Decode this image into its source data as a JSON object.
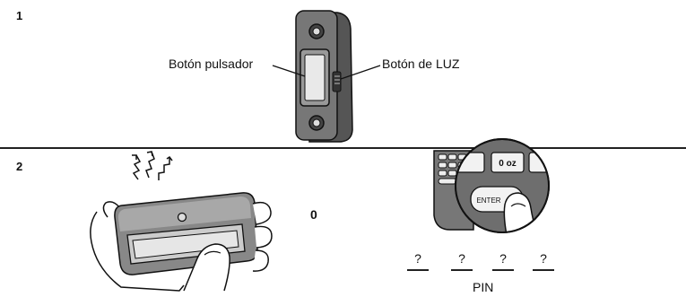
{
  "step1": {
    "number": "1",
    "push_button_label": "Botón pulsador",
    "light_button_label": "Botón de LUZ"
  },
  "step2": {
    "number": "2",
    "or_word": "0",
    "pin_digits": [
      "?",
      "?",
      "?",
      "?"
    ],
    "pin_label": "PIN",
    "keypad": {
      "zero_key": "0 oz",
      "enter_key": "ENTER"
    }
  }
}
